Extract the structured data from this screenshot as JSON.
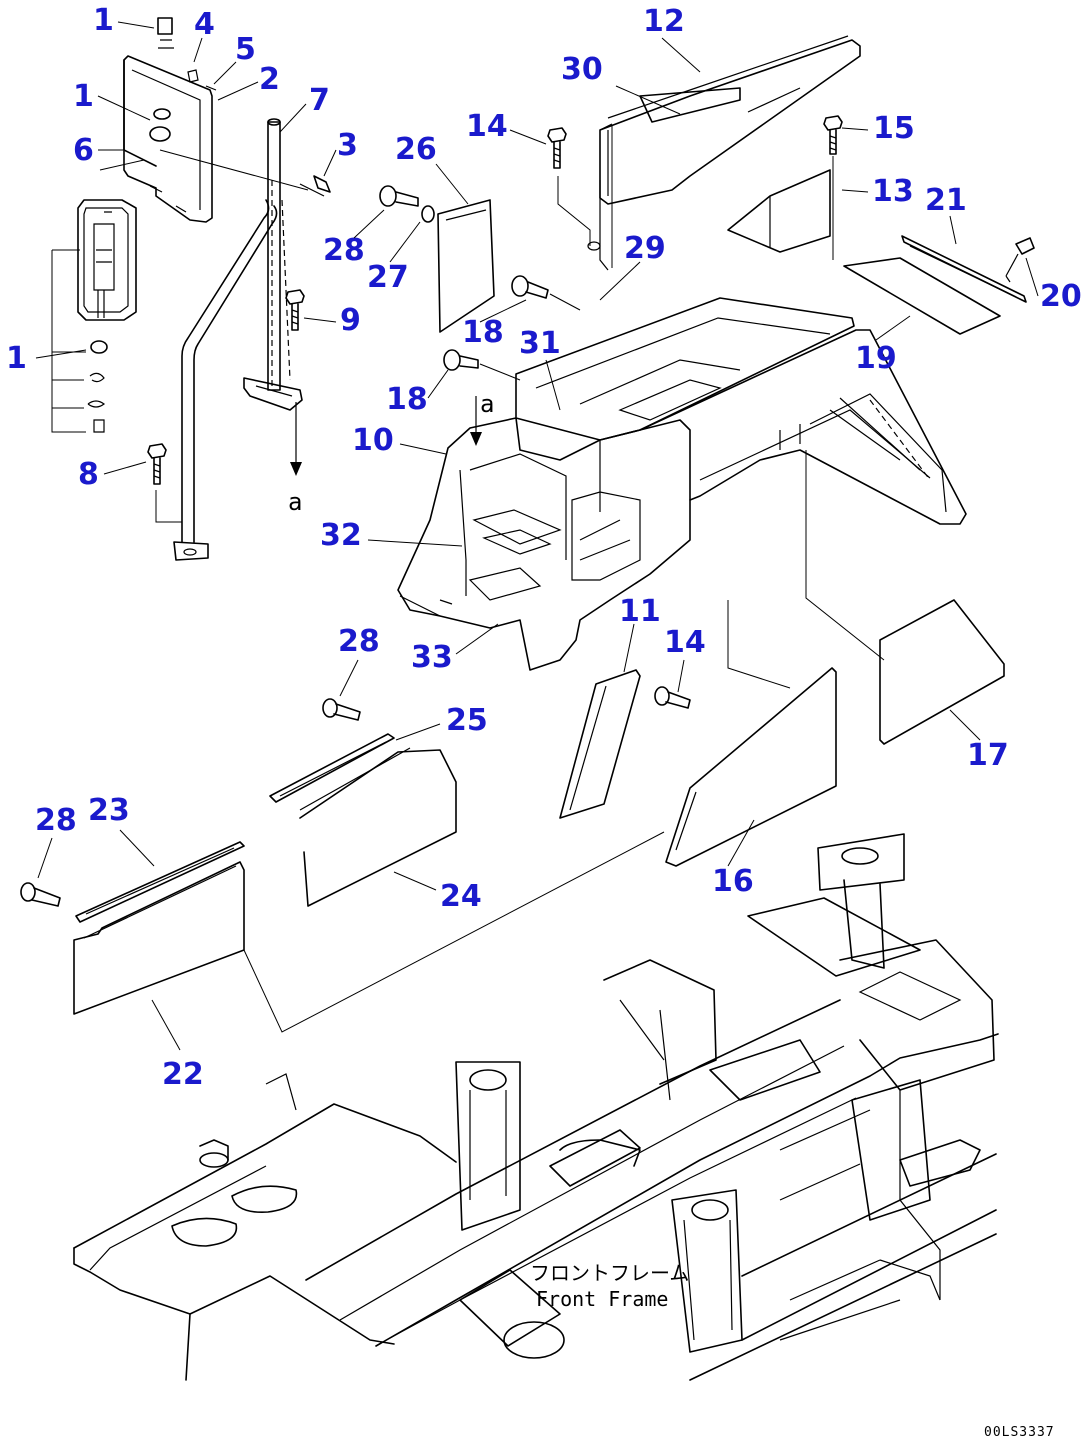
{
  "diagram": {
    "callouts": [
      {
        "id": "c1a",
        "text": "1"
      },
      {
        "id": "c4",
        "text": "4"
      },
      {
        "id": "c5",
        "text": "5"
      },
      {
        "id": "c2",
        "text": "2"
      },
      {
        "id": "c1b",
        "text": "1"
      },
      {
        "id": "c6",
        "text": "6"
      },
      {
        "id": "c7",
        "text": "7"
      },
      {
        "id": "c3",
        "text": "3"
      },
      {
        "id": "c1c",
        "text": "1"
      },
      {
        "id": "c8",
        "text": "8"
      },
      {
        "id": "c9",
        "text": "9"
      },
      {
        "id": "c12",
        "text": "12"
      },
      {
        "id": "c30",
        "text": "30"
      },
      {
        "id": "c14a",
        "text": "14"
      },
      {
        "id": "c26",
        "text": "26"
      },
      {
        "id": "c28a",
        "text": "28"
      },
      {
        "id": "c27",
        "text": "27"
      },
      {
        "id": "c15",
        "text": "15"
      },
      {
        "id": "c13",
        "text": "13"
      },
      {
        "id": "c21",
        "text": "21"
      },
      {
        "id": "c20",
        "text": "20"
      },
      {
        "id": "c29",
        "text": "29"
      },
      {
        "id": "c18a",
        "text": "18"
      },
      {
        "id": "c31",
        "text": "31"
      },
      {
        "id": "c19",
        "text": "19"
      },
      {
        "id": "c18b",
        "text": "18"
      },
      {
        "id": "c10",
        "text": "10"
      },
      {
        "id": "c32",
        "text": "32"
      },
      {
        "id": "c33",
        "text": "33"
      },
      {
        "id": "c11",
        "text": "11"
      },
      {
        "id": "c14b",
        "text": "14"
      },
      {
        "id": "c28b",
        "text": "28"
      },
      {
        "id": "c25",
        "text": "25"
      },
      {
        "id": "c17",
        "text": "17"
      },
      {
        "id": "c28c",
        "text": "28"
      },
      {
        "id": "c23",
        "text": "23"
      },
      {
        "id": "c16",
        "text": "16"
      },
      {
        "id": "c24",
        "text": "24"
      },
      {
        "id": "c22",
        "text": "22"
      }
    ],
    "reference_marks": [
      {
        "id": "a_upper",
        "text": "a"
      },
      {
        "id": "a_lower",
        "text": "a"
      }
    ],
    "front_frame_label_jp": "フロントフレーム",
    "front_frame_label_en": "Front Frame",
    "drawing_code": "00LS3337"
  },
  "colors": {
    "callout": "#1a1acc",
    "line": "#000000",
    "background": "#ffffff"
  }
}
